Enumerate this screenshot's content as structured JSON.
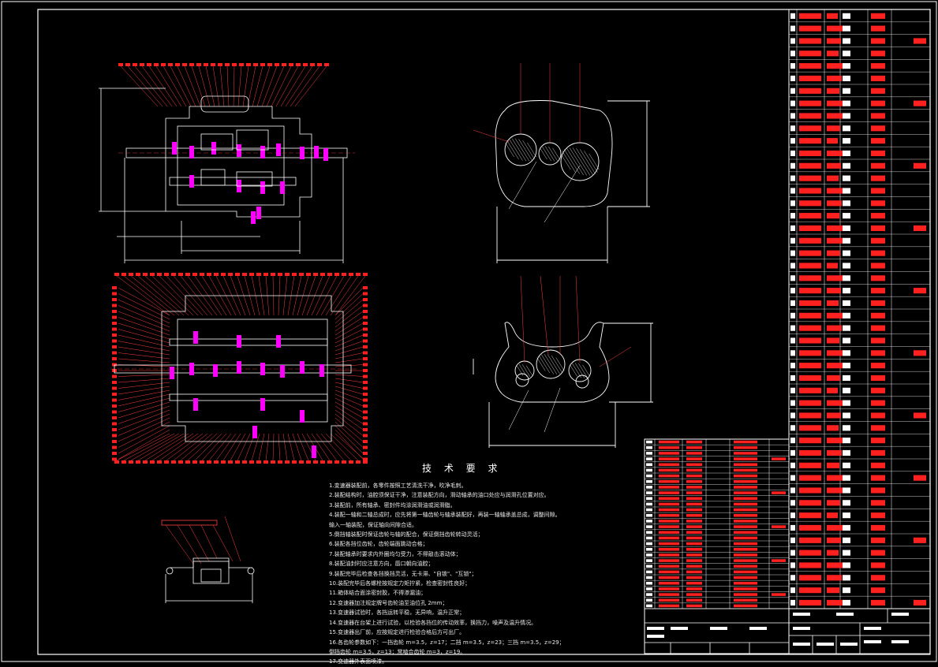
{
  "drawing": {
    "tech_requirements_title": "技 术 要 求",
    "tech_requirements": [
      "1.变速器装配前，各零件按照工艺清洗干净，吹净毛刺。",
      "2.装配结构时，油腔须保证干净，注意装配方向，滑动轴承的油口处应与润滑孔位置对应。",
      "3.装配前，所有轴承、密封件均涂润滑油或润滑脂。",
      "4.装配一轴和二轴总成时，应先将第一轴齿轮与轴承装配好，再装一轴轴承盖总成，调整间隙。",
      "   输入一轴装配，保证轴向间隙合适。",
      "5.倒挡轴装配时保证齿轮与轴的配合，保证倒挡齿轮转动灵活；",
      "6.装配各挡位齿轮，齿轮端面跳动合格；",
      "7.装配轴承时要求内外圈均匀受力，不得敲击滚动体；",
      "8.装配油封时应注意方向，唇口朝向油腔；",
      "9.装配完毕后检查各挡换挡灵活，无卡滞、\"自锁\"、\"互锁\"；",
      "10.装配完毕后各螺栓按规定力矩拧紧，检查密封性良好；",
      "11.箱体结合面涂密封胶，不得渗漏油；",
      "12.变速器加注规定牌号齿轮油至油位孔 2mm；",
      "13.变速器试验时，各挡运转平稳，无异响，温升正常；",
      "14.变速器在台架上进行试验，以检验各挡位的传动效率，换挡力，噪声及温升情况。",
      "15.变速器出厂前，应按规定进行检验合格后方可出厂。",
      "16.各齿轮参数如下：一挡齿轮 m=3.5，z=17；二挡 m=3.5，z=23；三挡 m=3.5，z=29；",
      "   倒挡齿轮 m=3.5，z=13；常啮合齿轮 m=3，z=19。",
      "17.变速器外表面喷漆。"
    ],
    "parts_table_rows": 48,
    "lower_table_rows": 30,
    "accent_color": "#ff2020",
    "line_color": "#ffffff",
    "part_color": "#ff00ff"
  }
}
